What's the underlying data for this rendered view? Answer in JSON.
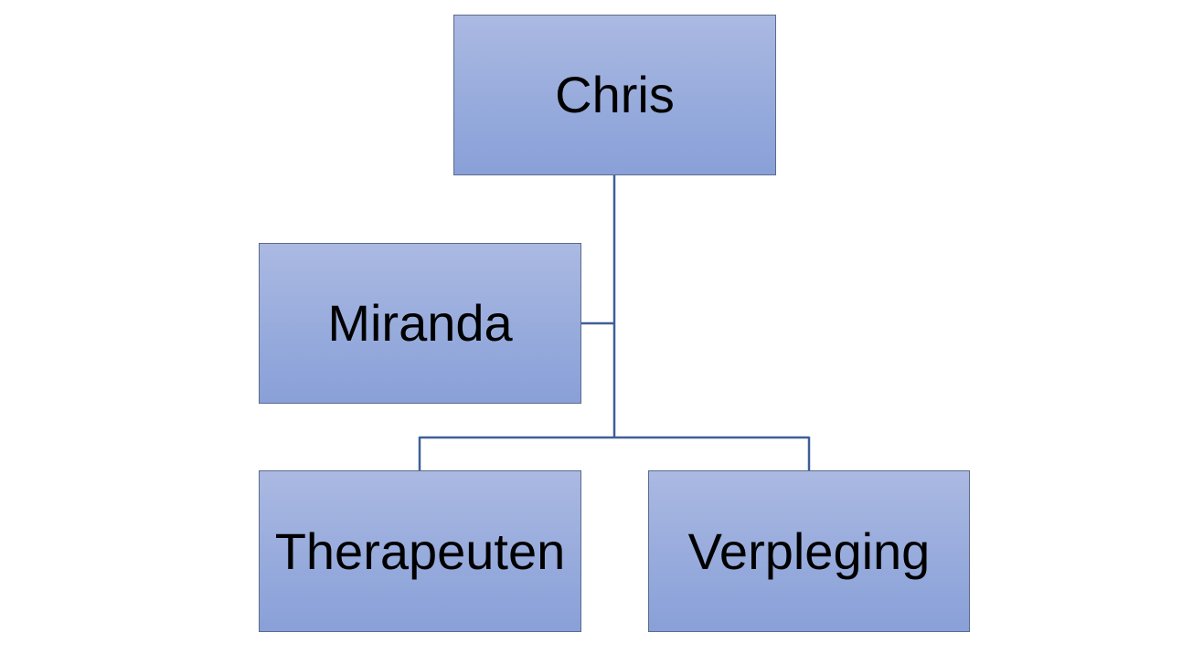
{
  "org_chart": {
    "root": {
      "label": "Chris"
    },
    "assistant": {
      "label": "Miranda"
    },
    "children": [
      {
        "label": "Therapeuten"
      },
      {
        "label": "Verpleging"
      }
    ]
  },
  "colors": {
    "box_top": "#abb9e2",
    "box_bottom": "#89a0d8",
    "box_border": "#5b6b8c",
    "connector": "#3f5f98",
    "text": "#000000",
    "background": "#ffffff"
  }
}
